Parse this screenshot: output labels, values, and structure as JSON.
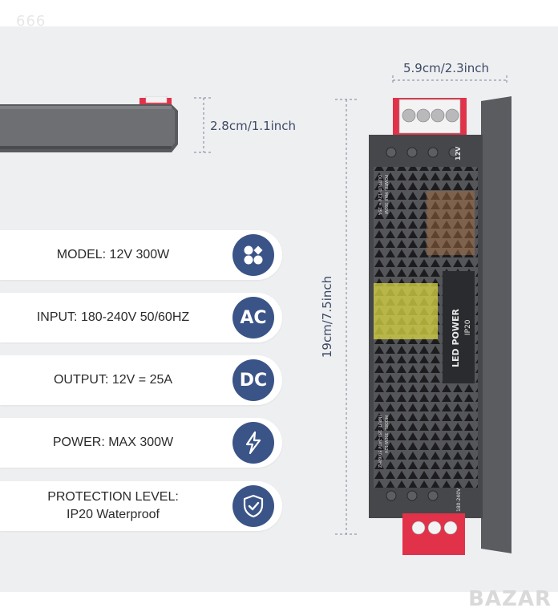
{
  "top_mark": "666",
  "watermark": "BAZAR",
  "dimensions": {
    "width": "5.9cm/2.3inch",
    "depth": "2.8cm/1.1inch",
    "height": "19cm/7.5inch"
  },
  "specs": [
    {
      "label": "MODEL: 12V 300W",
      "icon": "grid-icon",
      "badge_text": ""
    },
    {
      "label": "INPUT: 180-240V 50/60HZ",
      "icon": "ac-badge",
      "badge_text": "AC"
    },
    {
      "label": "OUTPUT: 12V = 25A",
      "icon": "dc-badge",
      "badge_text": "DC"
    },
    {
      "label": "POWER: MAX 300W",
      "icon": "lightning-icon",
      "badge_text": ""
    },
    {
      "label_line1": "PROTECTION LEVEL:",
      "label_line2": "IP20 Waterproof",
      "icon": "shield-check-icon",
      "badge_text": ""
    }
  ],
  "device": {
    "brand": "LED POWER",
    "rating": "IP20",
    "voltage_top": "12V",
    "voltage_bottom": "180-240V",
    "output_label": "OUTPUT: 12V = 25A",
    "power_label": "POWER: MAX 300W",
    "input_label": "INPUT: 180-240V 50/60HZ",
    "model_label": "MODEL: 300W-12V"
  },
  "colors": {
    "badge": "#3a5487",
    "panel": "#eeeff1",
    "dimension_text": "#3e4a66",
    "device_body": "#46474a",
    "terminal_red": "#e2324a"
  }
}
